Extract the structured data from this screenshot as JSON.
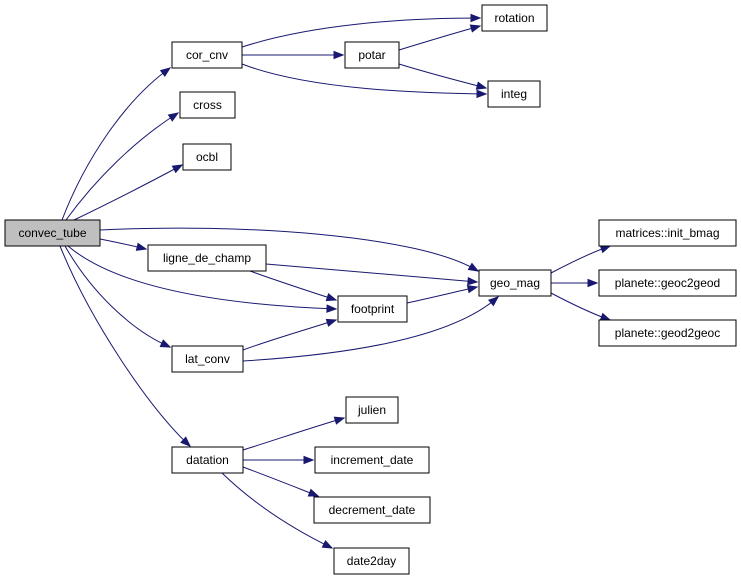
{
  "nodes": {
    "convec_tube": "convec_tube",
    "cor_cnv": "cor_cnv",
    "cross": "cross",
    "ocbl": "ocbl",
    "ligne_de_champ": "ligne_de_champ",
    "lat_conv": "lat_conv",
    "datation": "datation",
    "rotation": "rotation",
    "potar": "potar",
    "integ": "integ",
    "footprint": "footprint",
    "geo_mag": "geo_mag",
    "matrices_init_bmag": "matrices::init_bmag",
    "planete_geoc2geod": "planete::geoc2geod",
    "planete_geod2geoc": "planete::geod2geoc",
    "julien": "julien",
    "increment_date": "increment_date",
    "decrement_date": "decrement_date",
    "date2day": "date2day"
  },
  "edges": [
    [
      "convec_tube",
      "cor_cnv"
    ],
    [
      "convec_tube",
      "cross"
    ],
    [
      "convec_tube",
      "ocbl"
    ],
    [
      "convec_tube",
      "geo_mag"
    ],
    [
      "convec_tube",
      "ligne_de_champ"
    ],
    [
      "convec_tube",
      "footprint"
    ],
    [
      "convec_tube",
      "lat_conv"
    ],
    [
      "convec_tube",
      "datation"
    ],
    [
      "cor_cnv",
      "rotation"
    ],
    [
      "cor_cnv",
      "potar"
    ],
    [
      "cor_cnv",
      "integ"
    ],
    [
      "potar",
      "rotation"
    ],
    [
      "potar",
      "integ"
    ],
    [
      "ligne_de_champ",
      "footprint"
    ],
    [
      "ligne_de_champ",
      "geo_mag"
    ],
    [
      "lat_conv",
      "footprint"
    ],
    [
      "lat_conv",
      "geo_mag"
    ],
    [
      "footprint",
      "geo_mag"
    ],
    [
      "geo_mag",
      "matrices_init_bmag"
    ],
    [
      "geo_mag",
      "planete_geoc2geod"
    ],
    [
      "geo_mag",
      "planete_geod2geoc"
    ],
    [
      "datation",
      "julien"
    ],
    [
      "datation",
      "increment_date"
    ],
    [
      "datation",
      "decrement_date"
    ],
    [
      "datation",
      "date2day"
    ]
  ],
  "root": "convec_tube",
  "colors": {
    "edge": "#191970",
    "root_fill": "#bfbfbf",
    "node_fill": "#ffffff",
    "node_border": "#000000"
  }
}
